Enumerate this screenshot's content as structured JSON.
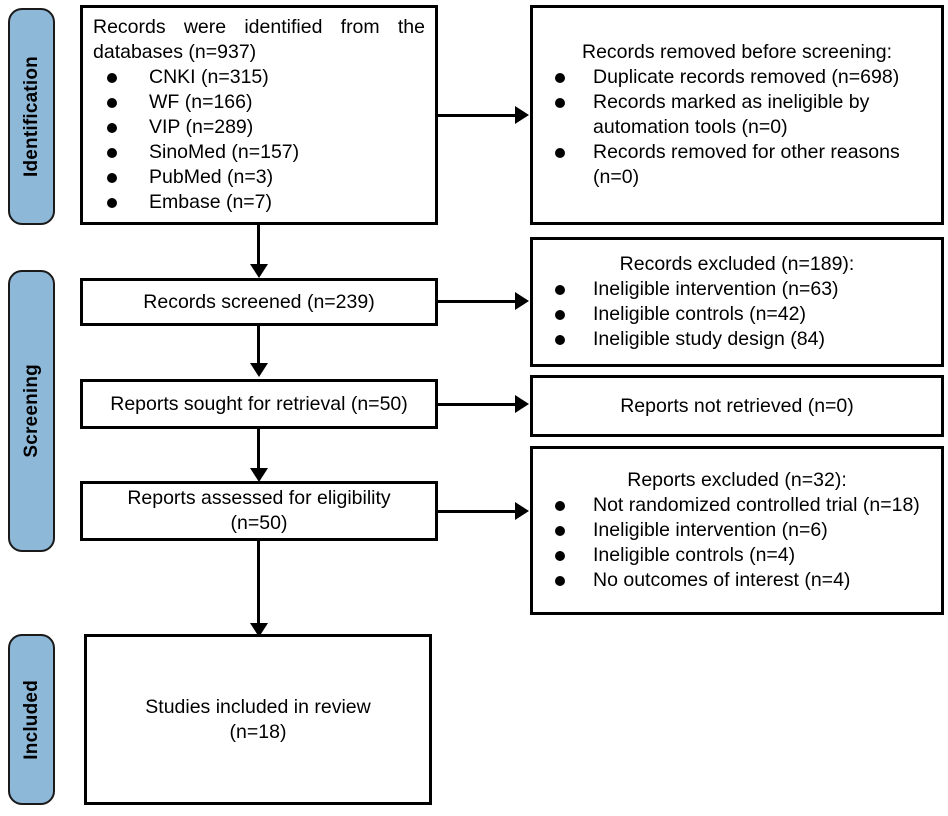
{
  "diagram": {
    "type": "PRISMA flow diagram",
    "accent_color": "#8eb8d8",
    "line_color": "#000000",
    "background": "#ffffff"
  },
  "stages": [
    {
      "id": "identification",
      "label": "Identification"
    },
    {
      "id": "screening",
      "label": "Screening"
    },
    {
      "id": "included",
      "label": "Included"
    }
  ],
  "boxes": {
    "records_identified": {
      "title": "Records were identified from the databases (n=937)",
      "bullets": [
        "CNKI (n=315)",
        "WF (n=166)",
        "VIP (n=289)",
        "SinoMed (n=157)",
        "PubMed (n=3)",
        "Embase (n=7)"
      ]
    },
    "records_removed": {
      "title": "Records removed before screening:",
      "bullets": [
        "Duplicate records removed (n=698)",
        "Records marked as ineligible by automation tools (n=0)",
        "Records removed for other reasons (n=0)"
      ]
    },
    "records_screened": {
      "title": "Records screened (n=239)",
      "bullets": []
    },
    "records_excluded": {
      "title": "Records excluded (n=189):",
      "bullets": [
        "Ineligible intervention (n=63)",
        "Ineligible controls (n=42)",
        "Ineligible study design (84)"
      ]
    },
    "reports_sought": {
      "title": "Reports sought for retrieval (n=50)",
      "bullets": []
    },
    "reports_not_retrieved": {
      "title": "Reports not retrieved (n=0)",
      "bullets": []
    },
    "reports_assessed": {
      "title": "Reports assessed for eligibility\n(n=50)",
      "bullets": []
    },
    "reports_excluded": {
      "title": "Reports excluded (n=32):",
      "bullets": [
        "Not randomized controlled trial (n=18)",
        "Ineligible intervention (n=6)",
        "Ineligible controls (n=4)",
        "No outcomes of interest (n=4)"
      ]
    },
    "studies_included": {
      "title": "Studies included in review\n(n=18)",
      "bullets": []
    }
  },
  "counts": {
    "identified_total": 937,
    "cnki": 315,
    "wf": 166,
    "vip": 289,
    "sinomed": 157,
    "pubmed": 3,
    "embase": 7,
    "duplicates_removed": 698,
    "marked_ineligible_automation": 0,
    "removed_other_reasons": 0,
    "screened": 239,
    "records_excluded_total": 189,
    "excl_ineligible_intervention": 63,
    "excl_ineligible_controls": 42,
    "excl_ineligible_study_design": 84,
    "reports_sought": 50,
    "reports_not_retrieved": 0,
    "reports_assessed": 50,
    "reports_excluded_total": 32,
    "rex_not_rct": 18,
    "rex_ineligible_intervention": 6,
    "rex_ineligible_controls": 4,
    "rex_no_outcomes": 4,
    "studies_included": 18
  }
}
